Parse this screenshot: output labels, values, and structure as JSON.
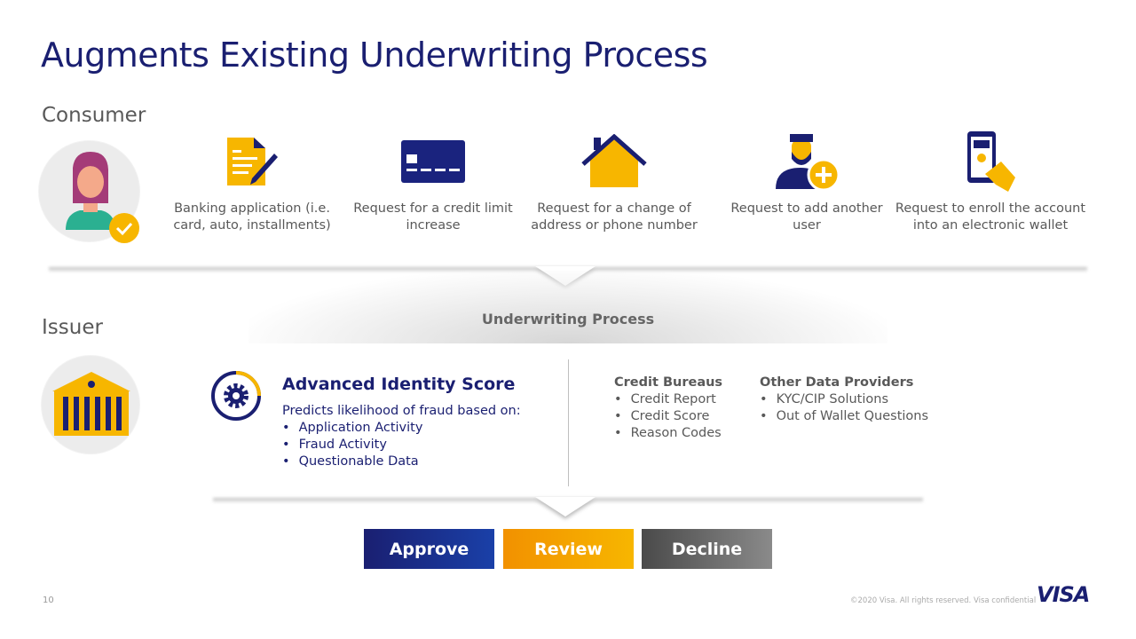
{
  "title": "Augments Existing Underwriting Process",
  "consumer": {
    "label": "Consumer",
    "steps": [
      {
        "icon": "document-pen-icon",
        "label": "Banking application (i.e. card, auto, installments)"
      },
      {
        "icon": "credit-card-icon",
        "label": "Request for a credit limit increase"
      },
      {
        "icon": "house-icon",
        "label": "Request for a change of address or phone number"
      },
      {
        "icon": "add-user-icon",
        "label": "Request to add another user"
      },
      {
        "icon": "mobile-wallet-icon",
        "label": "Request to enroll the account into an electronic wallet"
      }
    ]
  },
  "underwriting_label": "Underwriting Process",
  "issuer": {
    "label": "Issuer",
    "ais": {
      "title": "Advanced Identity Score",
      "subtitle": "Predicts likelihood of fraud based on:",
      "items": [
        "Application Activity",
        "Fraud Activity",
        "Questionable Data"
      ]
    },
    "credit_bureaus": {
      "title": "Credit Bureaus",
      "items": [
        "Credit Report",
        "Credit Score",
        "Reason Codes"
      ]
    },
    "other_providers": {
      "title": "Other Data Providers",
      "items": [
        "KYC/CIP Solutions",
        "Out of Wallet Questions"
      ]
    }
  },
  "outcomes": {
    "approve": "Approve",
    "review": "Review",
    "decline": "Decline"
  },
  "colors": {
    "navy": "#1a1f71",
    "gold": "#f7b600",
    "approve": "#1a1f71",
    "review": "#f29100",
    "decline": "#6e6e6e"
  },
  "footer": {
    "page": "10",
    "copyright": "©2020 Visa. All rights reserved. Visa confidential",
    "logo": "VISA"
  }
}
